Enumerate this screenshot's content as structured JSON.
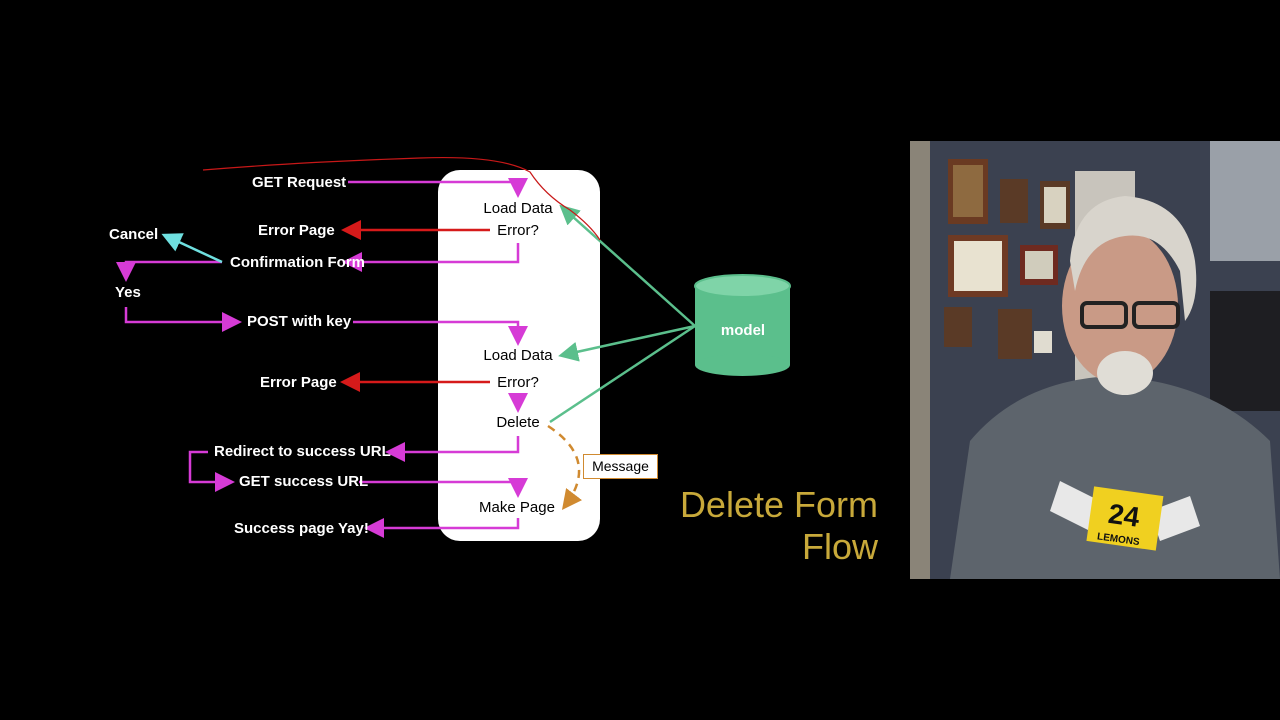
{
  "slide_title": {
    "line1": "Delete Form",
    "line2": "Flow"
  },
  "colors": {
    "flow_magenta": "#d63bd6",
    "error_red": "#d61a1a",
    "model_green": "#5bbf8c",
    "cancel_cyan": "#6fe0e0",
    "message_orange": "#d08a30",
    "title_gold": "#c8a93a",
    "background": "#000000",
    "box_white": "#ffffff"
  },
  "left_labels": {
    "get_request": "GET Request",
    "error_page_1": "Error  Page",
    "cancel": "Cancel",
    "confirmation_form": "Confirmation Form",
    "yes": "Yes",
    "post_with_key": "POST with key",
    "error_page_2": "Error Page",
    "redirect": "Redirect to success URL",
    "get_success_url": "GET success URL",
    "success_page": "Success page Yay!"
  },
  "box_labels": {
    "load_data_1": "Load Data",
    "error_q_1": "Error?",
    "load_data_2": "Load Data",
    "error_q_2": "Error?",
    "delete": "Delete",
    "make_page": "Make Page"
  },
  "message": "Message",
  "model": "model",
  "webcam": {
    "shirt_number": "24",
    "shirt_text": "LEMONS"
  }
}
